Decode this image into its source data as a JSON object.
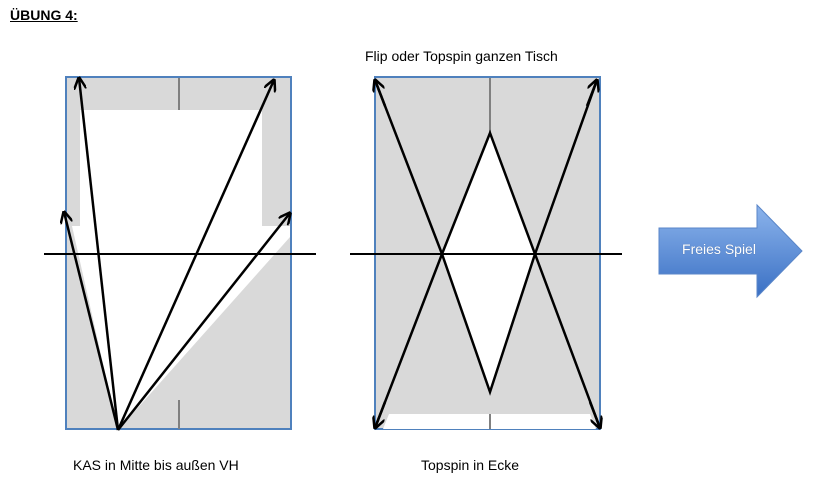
{
  "heading": "ÜBUNG 4:",
  "captions": {
    "top_right": "Flip oder Topspin ganzen Tisch",
    "bottom_left": "KAS in Mitte bis außen VH",
    "bottom_right": "Topspin in Ecke"
  },
  "next_arrow": {
    "label": "Freies Spiel",
    "color": "#4a80d0"
  },
  "colors": {
    "table_border": "#4f81bd",
    "table_fill": "#d9d9d9",
    "lines": "#000000",
    "center_line": "#808080"
  }
}
